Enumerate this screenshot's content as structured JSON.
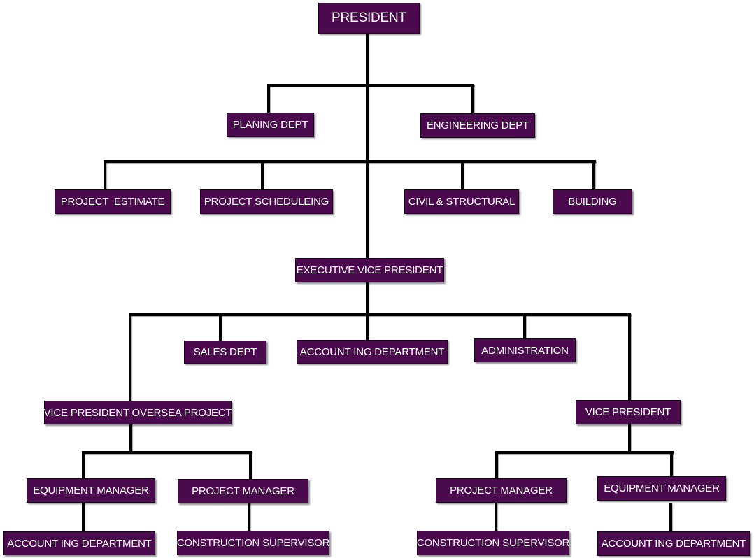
{
  "chart_title": "Organization Chart",
  "box_color": "#4a0a4d",
  "line_color": "#000000",
  "nodes": {
    "president": "PRESIDENT",
    "planing_dept": "PLANING DEPT",
    "engineering_dept": "ENGINEERING DEPT",
    "project_estimate": "PROJECT  ESTIMATE",
    "project_scheduleing": "PROJECT SCHEDULEING",
    "civil_structural": "CIVIL & STRUCTURAL",
    "building": "BUILDING",
    "executive_vp": "EXECUTIVE VICE PRESIDENT",
    "sales_dept": "SALES DEPT",
    "accounting_department": "ACCOUNT ING DEPARTMENT",
    "administration": "ADMINISTRATION",
    "vp_oversea_project": "VICE PRESIDENT OVERSEA PROJECT",
    "vice_president": "VICE PRESIDENT",
    "left_equipment_manager": "EQUIPMENT MANAGER",
    "left_project_manager": "PROJECT MANAGER",
    "left_accounting_department": "ACCOUNT ING DEPARTMENT",
    "left_construction_supervisor": "CONSTRUCTION SUPERVISOR",
    "right_project_manager": "PROJECT MANAGER",
    "right_equipment_manager": "EQUIPMENT MANAGER",
    "right_construction_supervisor": "CONSTRUCTION SUPERVISOR",
    "right_accounting_department": "ACCOUNT ING DEPARTMENT"
  },
  "hierarchy": [
    {
      "parent": "PRESIDENT",
      "children": [
        "PLANING DEPT",
        "ENGINEERING DEPT",
        "PROJECT  ESTIMATE",
        "PROJECT SCHEDULEING",
        "CIVIL & STRUCTURAL",
        "BUILDING",
        "EXECUTIVE VICE PRESIDENT"
      ]
    },
    {
      "parent": "EXECUTIVE VICE PRESIDENT",
      "children": [
        "SALES DEPT",
        "ACCOUNT ING DEPARTMENT",
        "ADMINISTRATION",
        "VICE PRESIDENT OVERSEA PROJECT",
        "VICE PRESIDENT"
      ]
    },
    {
      "parent": "VICE PRESIDENT OVERSEA PROJECT",
      "children": [
        "EQUIPMENT MANAGER",
        "PROJECT MANAGER"
      ]
    },
    {
      "parent": "VICE PRESIDENT",
      "children": [
        "PROJECT MANAGER",
        "EQUIPMENT MANAGER"
      ]
    },
    {
      "parent": "EQUIPMENT MANAGER (left)",
      "children": [
        "ACCOUNT ING DEPARTMENT"
      ]
    },
    {
      "parent": "PROJECT MANAGER (left)",
      "children": [
        "CONSTRUCTION SUPERVISOR"
      ]
    },
    {
      "parent": "PROJECT MANAGER (right)",
      "children": [
        "CONSTRUCTION SUPERVISOR"
      ]
    },
    {
      "parent": "EQUIPMENT MANAGER (right)",
      "children": [
        "ACCOUNT ING DEPARTMENT"
      ]
    }
  ]
}
